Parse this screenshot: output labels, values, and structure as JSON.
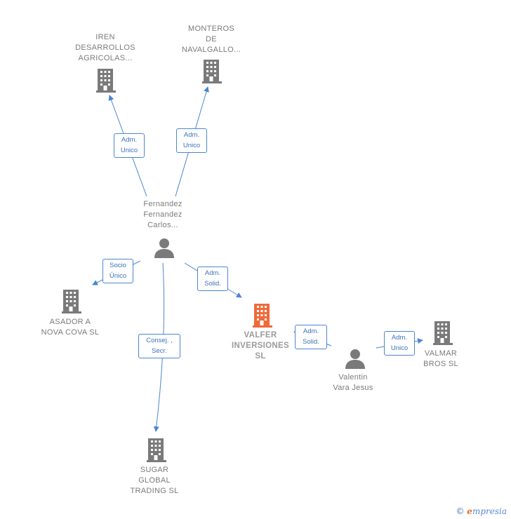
{
  "nodes": {
    "iren": {
      "label": "IREN\nDESARROLLOS\nAGRICOLAS..."
    },
    "monteros": {
      "label": "MONTEROS\nDE\nNAVALGALLO..."
    },
    "fernandez": {
      "label": "Fernandez\nFernandez\nCarlos..."
    },
    "asador": {
      "label": "ASADOR A\nNOVA COVA SL"
    },
    "valfer": {
      "label": "VALFER\nINVERSIONES\nSL"
    },
    "sugar": {
      "label": "SUGAR\nGLOBAL\nTRADING  SL"
    },
    "valentin": {
      "label": "Valentin\nVara Jesus"
    },
    "valmar": {
      "label": "VALMAR\nBROS  SL"
    }
  },
  "edges": {
    "fernandez_iren": {
      "label": "Adm.\nUnico"
    },
    "fernandez_monteros": {
      "label": "Adm.\nUnico"
    },
    "fernandez_asador": {
      "label": "Socio\nÚnico"
    },
    "fernandez_valfer": {
      "label": "Adm.\nSolid."
    },
    "fernandez_sugar": {
      "label": "Consej. ,\nSecr."
    },
    "valentin_valfer": {
      "label": "Adm.\nSolid."
    },
    "valentin_valmar": {
      "label": "Adm.\nUnico"
    }
  },
  "colors": {
    "edge": "#4a86d0",
    "company_icon": "#7a7a7a",
    "focus_icon": "#f06a3a",
    "person_icon": "#7a7a7a"
  },
  "brand": {
    "copyright": "©",
    "initial": "e",
    "name": "mpresia"
  }
}
